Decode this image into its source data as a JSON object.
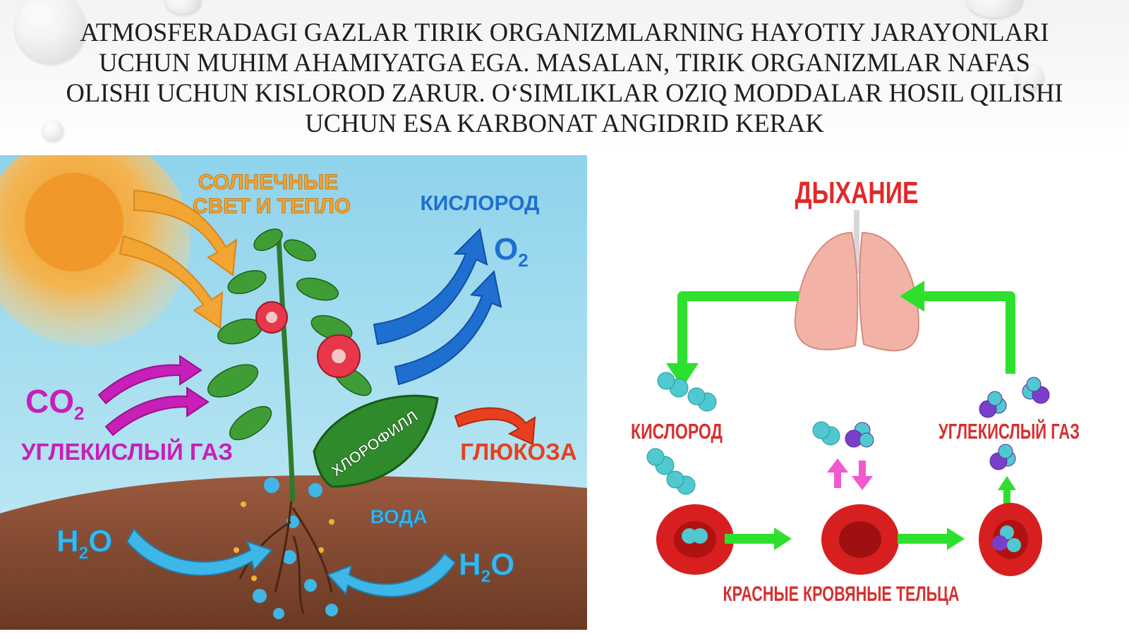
{
  "slide": {
    "title_lines": [
      "ATMOSFERADAGI GAZLAR TIRIK ORGANIZMLARNING HAYOTIY JARAYONLARI",
      "UCHUN MUHIM AHAMIYATGA EGA. MASALAN, TIRIK ORGANIZMLAR NAFAS",
      "OLISHI UCHUN KISLOROD ZARUR. O‘SIMLIKLAR OZIQ MODDALAR HOSIL QILISHI",
      "UCHUN ESA KARBONAT ANGIDRID KERAK"
    ]
  },
  "photosynthesis": {
    "sun_label_1": "СОЛНЕЧНЫЕ",
    "sun_label_2": "СВЕТ И ТЕПЛО",
    "oxygen_label": "КИСЛОРОД",
    "o2_main": "O",
    "o2_sub": "2",
    "co2_main": "CO",
    "co2_sub": "2",
    "co2_label": "УГЛЕКИСЛЫЙ ГАЗ",
    "chlorophyll_label": "ХЛОРОФИЛЛ",
    "glucose_label": "ГЛЮКОЗА",
    "water_label": "ВОДА",
    "h2o_main_a": "H",
    "h2o_sub": "2",
    "h2o_main_b": "O",
    "colors": {
      "sky": "#a6dcee",
      "soil": "#8a5038",
      "sun": "#f0a43a",
      "leaf": "#3c9a3a",
      "arrow_blue": "#1f6fd0",
      "arrow_magenta": "#c81fb8",
      "arrow_red": "#e8401e"
    }
  },
  "respiration": {
    "title": "ДЫХАНИЕ",
    "oxygen_label": "КИСЛОРОД",
    "co2_label": "УГЛЕКИСЛЫЙ ГАЗ",
    "rbc_label": "КРАСНЫЕ КРОВЯНЫЕ ТЕЛЬЦА",
    "colors": {
      "title": "#e02a2a",
      "label": "#d63030",
      "arrow": "#2ee02e",
      "rbc": "#d71f1f",
      "oxygen_molecule": "#4fc8d0",
      "co2_molecule": "#7a3fc8"
    }
  }
}
